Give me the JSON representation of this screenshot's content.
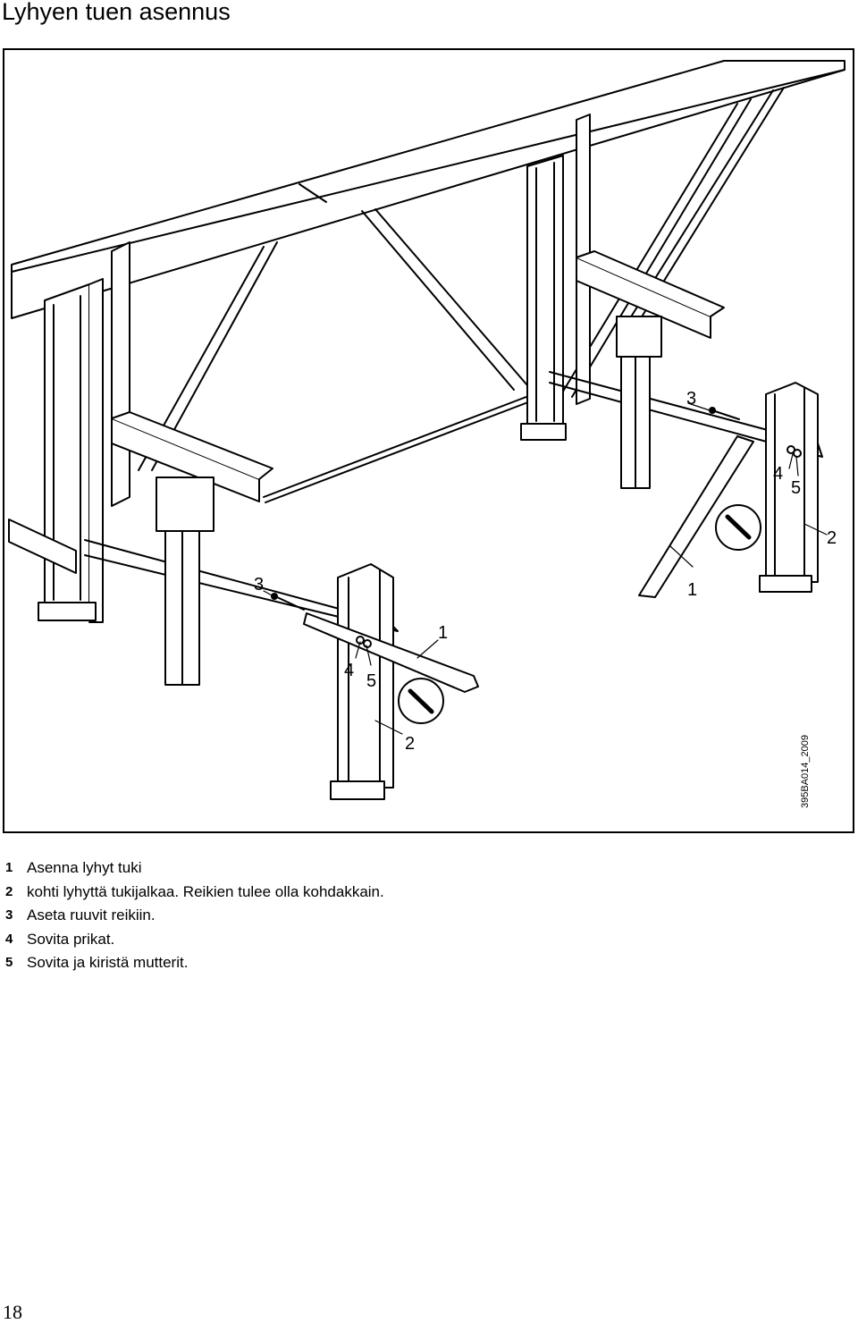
{
  "page": {
    "title": "Lyhyen tuen asennus",
    "page_number": "18"
  },
  "figure": {
    "figure_id": "395BA014_2009",
    "callouts": [
      "3",
      "4",
      "5",
      "2",
      "3",
      "1",
      "1",
      "4",
      "5",
      "2"
    ]
  },
  "steps": [
    {
      "num": "1",
      "text": "Asenna lyhyt tuki"
    },
    {
      "num": "2",
      "text": "kohti lyhyttä tukijalkaa. Reikien tulee olla kohdakkain."
    },
    {
      "num": "3",
      "text": "Aseta ruuvit reikiin."
    },
    {
      "num": "4",
      "text": "Sovita prikat."
    },
    {
      "num": "5",
      "text": "Sovita ja kiristä mutterit."
    }
  ]
}
